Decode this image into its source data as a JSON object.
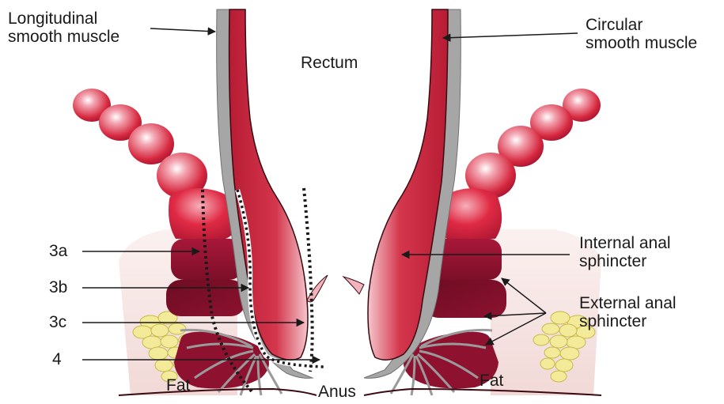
{
  "labels": {
    "longitudinal_line1": "Longitudinal",
    "longitudinal_line2": "smooth muscle",
    "circular_line1": "Circular",
    "circular_line2": "smooth muscle",
    "rectum": "Rectum",
    "internal_line1": "Internal anal",
    "internal_line2": "sphincter",
    "external_line1": "External anal",
    "external_line2": "sphincter",
    "fat_left": "Fat",
    "fat_right": "Fat",
    "anus": "Anus",
    "grade_3a": "3a",
    "grade_3b": "3b",
    "grade_3c": "3c",
    "grade_4": "4"
  },
  "colors": {
    "muscle_red": "#c8283c",
    "muscle_light": "#f0a0aa",
    "sphincter_dark": "#7a0e24",
    "grey_layer": "#9a9a9a",
    "fat_yellow": "#f3ea9a",
    "skin_pink": "#f6e4e2"
  }
}
